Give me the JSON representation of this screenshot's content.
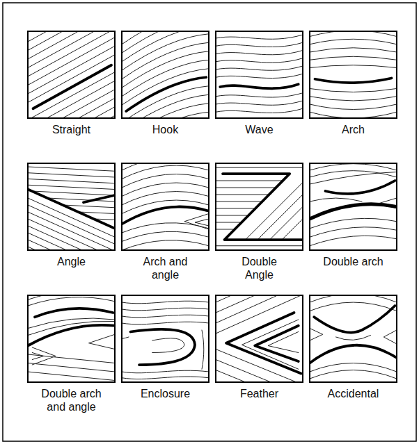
{
  "diagram": {
    "nodes": [
      {
        "text": [
          "Straight"
        ]
      },
      {
        "text": [
          "Hook"
        ]
      },
      {
        "text": [
          "Wave"
        ]
      },
      {
        "text": [
          "Arch"
        ]
      },
      {
        "text": [
          "Angle"
        ]
      },
      {
        "text": [
          "Arch and angle"
        ]
      },
      {
        "text": [
          "Double Angle"
        ]
      },
      {
        "text": [
          "Double arch"
        ]
      },
      {
        "text": [
          "Double arch and angle"
        ]
      },
      {
        "text": [
          "Enclosure"
        ]
      },
      {
        "text": [
          "Feather"
        ]
      },
      {
        "text": [
          "Accidental"
        ]
      }
    ]
  }
}
